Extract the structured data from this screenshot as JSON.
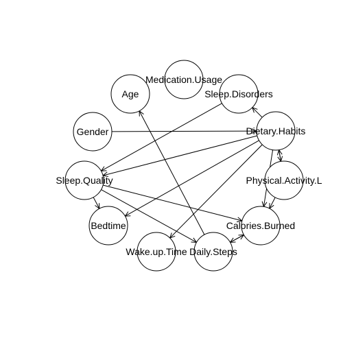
{
  "nodes": [
    {
      "id": "medication",
      "label": "Medication.Usage"
    },
    {
      "id": "age",
      "label": "Age"
    },
    {
      "id": "sleep_disorders",
      "label": "Sleep.Disorders"
    },
    {
      "id": "gender",
      "label": "Gender"
    },
    {
      "id": "dietary",
      "label": "Dietary.Habits"
    },
    {
      "id": "sleep_quality",
      "label": "Sleep.Quality"
    },
    {
      "id": "physical",
      "label": "Physical.Activity.L"
    },
    {
      "id": "bedtime",
      "label": "Bedtime"
    },
    {
      "id": "calories",
      "label": "Calories.Burned"
    },
    {
      "id": "wake",
      "label": "Wake.up.Time"
    },
    {
      "id": "steps",
      "label": "Daily.Steps"
    }
  ],
  "edges": [
    {
      "from": "gender",
      "to": "dietary"
    },
    {
      "from": "sleep_disorders",
      "to": "sleep_quality"
    },
    {
      "from": "dietary",
      "to": "sleep_disorders"
    },
    {
      "from": "dietary",
      "to": "sleep_quality"
    },
    {
      "from": "dietary",
      "to": "physical"
    },
    {
      "from": "dietary",
      "to": "calories"
    },
    {
      "from": "dietary",
      "to": "bedtime"
    },
    {
      "from": "dietary",
      "to": "wake"
    },
    {
      "from": "physical",
      "to": "dietary"
    },
    {
      "from": "physical",
      "to": "calories"
    },
    {
      "from": "sleep_quality",
      "to": "bedtime"
    },
    {
      "from": "sleep_quality",
      "to": "calories"
    },
    {
      "from": "sleep_quality",
      "to": "steps"
    },
    {
      "from": "steps",
      "to": "age"
    },
    {
      "from": "steps",
      "to": "calories"
    },
    {
      "from": "calories",
      "to": "steps"
    }
  ]
}
